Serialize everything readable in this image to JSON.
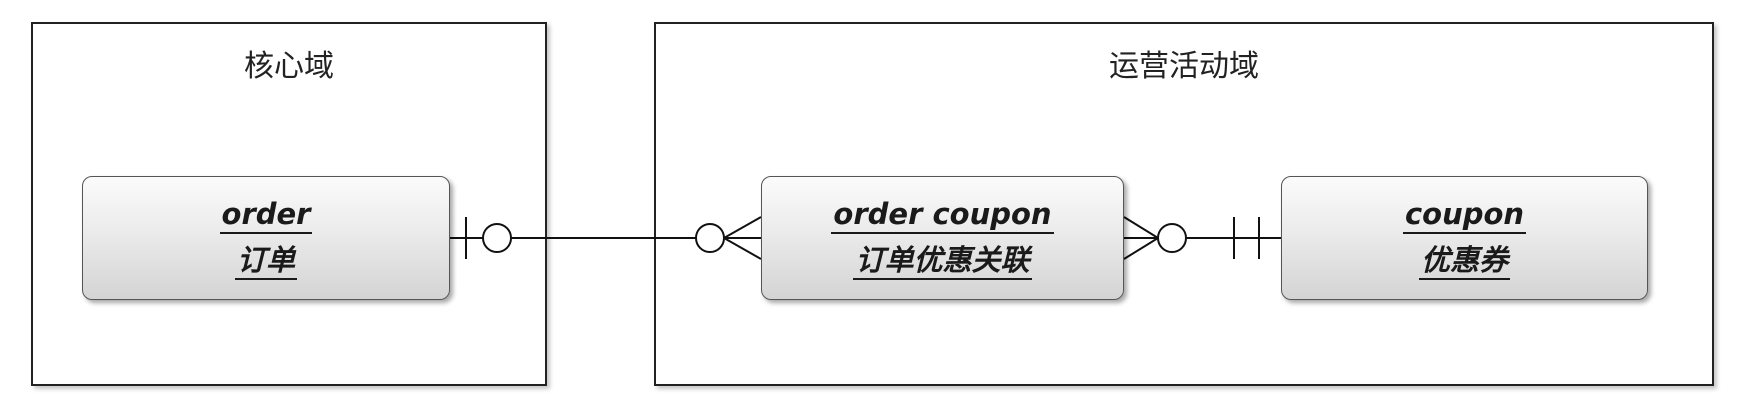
{
  "domains": {
    "core": {
      "title": "核心域"
    },
    "operations": {
      "title": "运营活动域"
    }
  },
  "entities": {
    "order": {
      "name": "order",
      "label": "订单"
    },
    "order_coupon": {
      "name": "order coupon",
      "label": "订单优惠关联"
    },
    "coupon": {
      "name": "coupon",
      "label": "优惠券"
    }
  }
}
